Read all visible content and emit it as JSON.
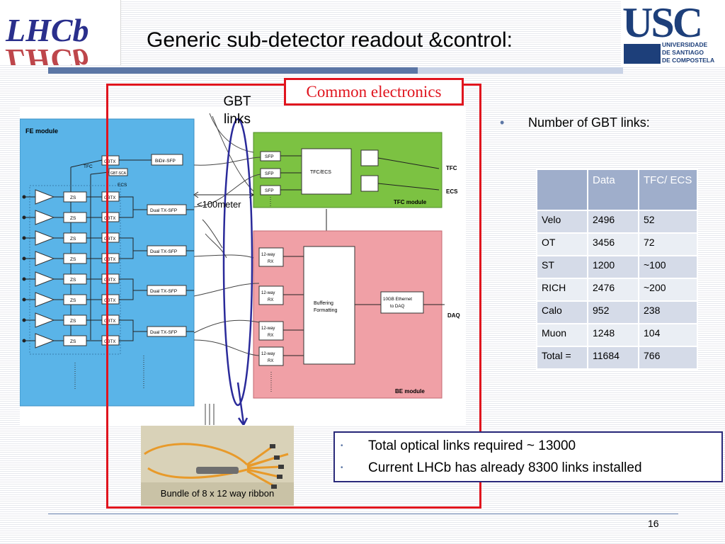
{
  "title": "Generic sub-detector readout &control:",
  "logos": {
    "lhcb": "LHCb",
    "usc_letters": "USC",
    "usc_text": [
      "UNIVERSIDADE",
      "DE SANTIAGO",
      "DE COMPOSTELA"
    ]
  },
  "callout": {
    "common": "Common electronics",
    "gbt": [
      "GBT",
      "links"
    ],
    "distance": "<100meter"
  },
  "diagram": {
    "fe_module": {
      "title": "FE module",
      "gbtx": "GBTX",
      "bidir": "BiDir-SFP",
      "gbt_sca": "GBT-SCA",
      "tfc": "TFC",
      "ecs": "ECS",
      "zs": "ZS",
      "dual_tx": "Dual TX-SFP"
    },
    "tfc_module": {
      "title": "TFC module",
      "sfp": "SFP",
      "tfc_ecs": "TFC/ECS",
      "tfc_out": "TFC",
      "ecs_out": "ECS"
    },
    "be_module": {
      "title": "BE module",
      "rx": [
        "12-way",
        "RX"
      ],
      "buffering": [
        "Buffering",
        "Formatting"
      ],
      "ethernet": [
        "10GB Ethernet",
        "to DAQ"
      ],
      "daq": "DAQ"
    }
  },
  "photo": {
    "caption": "Bundle of 8 x 12 way ribbon"
  },
  "bullet": {
    "text": "Number of GBT links:"
  },
  "table": {
    "headers": [
      "",
      "Data",
      "TFC/ ECS"
    ],
    "rows": [
      [
        "Velo",
        "2496",
        "52"
      ],
      [
        "OT",
        "3456",
        "72"
      ],
      [
        "ST",
        "1200",
        "~100"
      ],
      [
        "RICH",
        "2476",
        "~200"
      ],
      [
        "Calo",
        "952",
        "238"
      ],
      [
        "Muon",
        "1248",
        "104"
      ],
      [
        "Total =",
        "11684",
        "766"
      ]
    ]
  },
  "summary": [
    "Total optical links required ~ 13000",
    "Current LHCb has already 8300  links installed"
  ],
  "page_number": "16",
  "colors": {
    "accent": "#e0141e",
    "fe_blue": "#5ab4e8",
    "tfc_green": "#7cc242",
    "be_pink": "#f0a0a6",
    "title_bar": "#5b76a5",
    "usc_blue": "#1d3f7a"
  }
}
